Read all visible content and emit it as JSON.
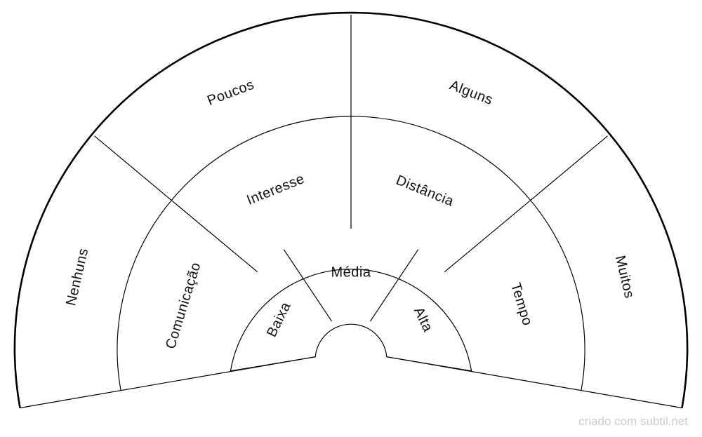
{
  "diagram": {
    "inner_ring": {
      "segments": [
        "Baixa",
        "Média",
        "Alta"
      ]
    },
    "middle_ring": {
      "segments": [
        "Comunicação",
        "Interesse",
        "Distância",
        "Tempo"
      ]
    },
    "outer_ring": {
      "segments": [
        "Nenhuns",
        "Poucos",
        "Alguns",
        "Muitos"
      ]
    }
  },
  "credit": "criado com subtil.net",
  "colors": {
    "stroke": "#000000",
    "background": "#ffffff",
    "credit": "#cccccc"
  }
}
